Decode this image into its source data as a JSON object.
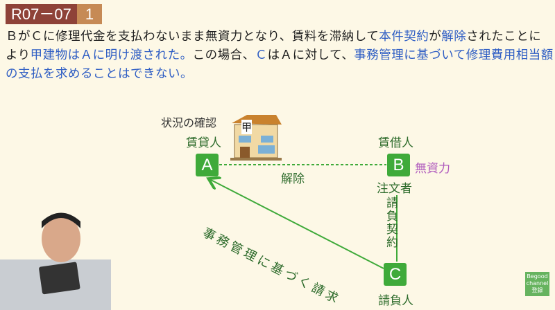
{
  "tag": {
    "code": "R07－07",
    "number": "1"
  },
  "question": {
    "segments": [
      {
        "text": "ＢがＣに修理代金を支払わないまま無資力となり、賃料を滞納して",
        "hl": false
      },
      {
        "text": "本件契約",
        "hl": true
      },
      {
        "text": "が",
        "hl": false
      },
      {
        "text": "解除",
        "hl": true
      },
      {
        "text": "された",
        "hl": false
      },
      {
        "text": "ことにより",
        "hl": false
      },
      {
        "text": "甲建物はＡに明け渡された。",
        "hl": true
      },
      {
        "text": "この場合、",
        "hl": false
      },
      {
        "text": "Ｃ",
        "hl": true
      },
      {
        "text": "はＡに対して、",
        "hl": false
      },
      {
        "text": "事務管理に基づいて",
        "hl": true
      },
      {
        "text": "修理費用相当額の支払を求めることはできない。",
        "hl": true
      }
    ]
  },
  "diagram": {
    "status_label": "状況の確認",
    "building_label": "甲",
    "A": {
      "letter": "A",
      "role": "賃貸人"
    },
    "B": {
      "letter": "B",
      "role": "賃借人",
      "role2": "注文者",
      "note": "無資力"
    },
    "C": {
      "letter": "C",
      "role": "請負人"
    },
    "ab_relation": "解除",
    "bc_relation": "請負契約",
    "ca_relation": "事務管理に基づく請求",
    "colors": {
      "node": "#3faa3a",
      "line": "#3faa3a",
      "highlight": "#2f5ec4",
      "insolvent": "#b05bbd"
    }
  },
  "channel_badge": {
    "line1": "Begood",
    "line2": "channel",
    "line3": "登録"
  }
}
